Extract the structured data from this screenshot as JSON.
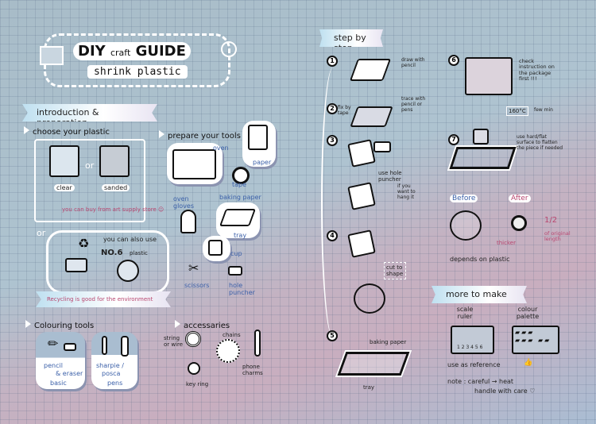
{
  "title": {
    "diy": "DIY",
    "craft": "craft",
    "guide": "GUIDE",
    "subtitle": "shrink plastic"
  },
  "left": {
    "section_banner": "introduction & preparation",
    "choose": {
      "heading": "choose your plastic",
      "or": "or",
      "clear": "clear",
      "sanded": "sanded",
      "note": "you can buy from art supply store ☺"
    },
    "alt": {
      "or": "or",
      "text": "you can also use",
      "no6": "NO.6",
      "plastic": "plastic",
      "recycle_banner": "Recycling is good for the environment"
    },
    "tools": {
      "heading": "prepare your tools",
      "items": [
        "oven",
        "paper",
        "tape",
        "baking paper",
        "oven gloves",
        "tray",
        "cup",
        "scissors",
        "hole puncher"
      ]
    },
    "colouring": {
      "heading": "Colouring tools",
      "card1": [
        "pencil",
        "& eraser",
        "basic"
      ],
      "card2": [
        "sharpie /",
        "posca",
        "pens"
      ]
    },
    "accessories": {
      "heading": "accessaries",
      "items": [
        "string or wire",
        "chains",
        "phone charms",
        "key ring"
      ]
    }
  },
  "right": {
    "section_banner": "step by step",
    "steps": [
      {
        "num": "1",
        "text": "draw with pencil"
      },
      {
        "num": "2",
        "text": "trace with pencil or pens",
        "side": "fix by tape"
      },
      {
        "num": "3",
        "text": "use hole puncher",
        "note": "if you want to hang it"
      },
      {
        "num": "4",
        "text": "cut to shape"
      },
      {
        "num": "5",
        "text": "baking paper",
        "label": "tray"
      },
      {
        "num": "6",
        "text": "check instruction on the package first !!!",
        "temp": "160°C",
        "time": "few min"
      },
      {
        "num": "7",
        "text": "use hard/flat surface to flatten the piece if needed"
      }
    ],
    "compare": {
      "before": "Before",
      "after": "After",
      "ratio": "1/2",
      "ratio_note": "of original length",
      "thicker": "thicker",
      "footnote": "depends on plastic"
    },
    "more": {
      "banner": "more to make ...",
      "scale": "scale ruler",
      "ruler_nums": "1 2 3 4 5 6",
      "palette": "colour palette",
      "reference": "use as reference",
      "note": "note : careful → heat",
      "note2": "handle with care ♡"
    }
  },
  "colors": {
    "blue_ink": "#3a5fa8",
    "pink_ink": "#b8466f",
    "paper_white": "#ffffff"
  }
}
